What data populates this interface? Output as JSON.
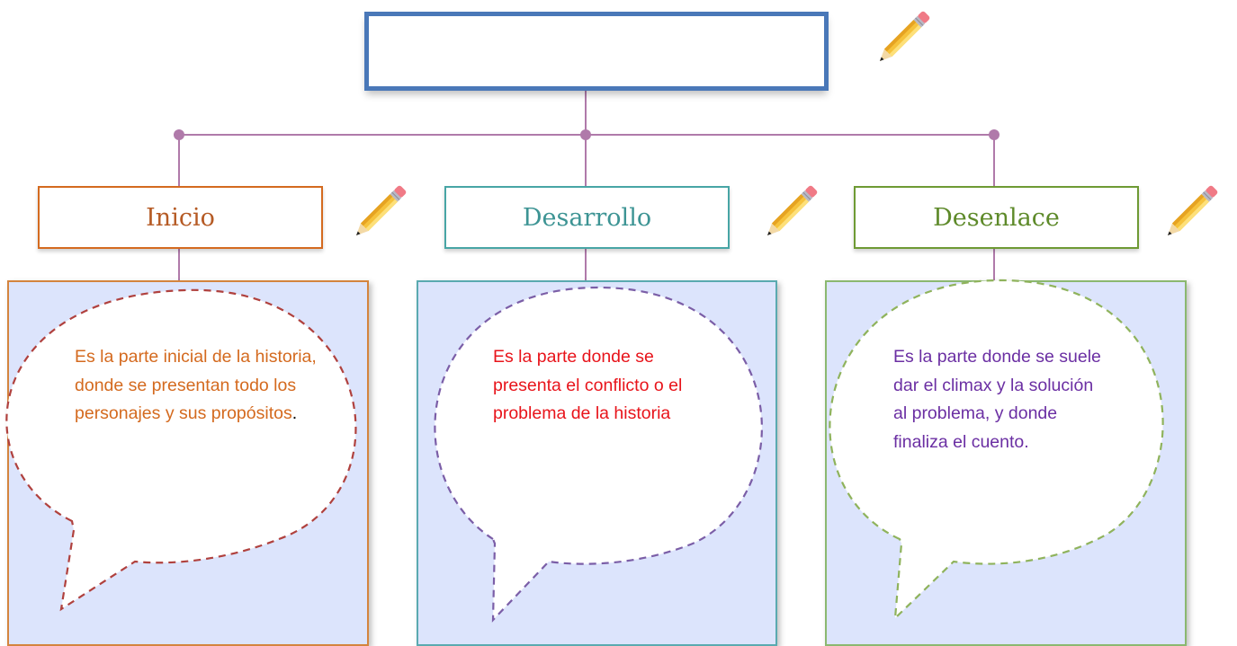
{
  "title_box": {
    "text": ""
  },
  "stages": [
    {
      "label": "Inicio",
      "color": "#d46a1f",
      "bubble_border": "#b0413e",
      "text_color": "#d46a1f",
      "text_main": "Es la parte inicial de la historia, donde se presentan todo los personajes y sus propósitos",
      "text_end": "."
    },
    {
      "label": "Desarrollo",
      "color": "#48a5a5",
      "bubble_border": "#7b5ea7",
      "text_color": "#e8141b",
      "text_main": "Es la parte donde se presenta el conflicto o el problema de la historia"
    },
    {
      "label": "Desenlace",
      "color": "#6e9a34",
      "bubble_border": "#8fb35c",
      "text_color": "#6b2fa3",
      "text_main": "Es la parte donde se suele dar el climax y la solución al problema, y donde finaliza el cuento."
    }
  ],
  "connector_color": "#b07aaa",
  "pencil_icon": "pencil-icon"
}
